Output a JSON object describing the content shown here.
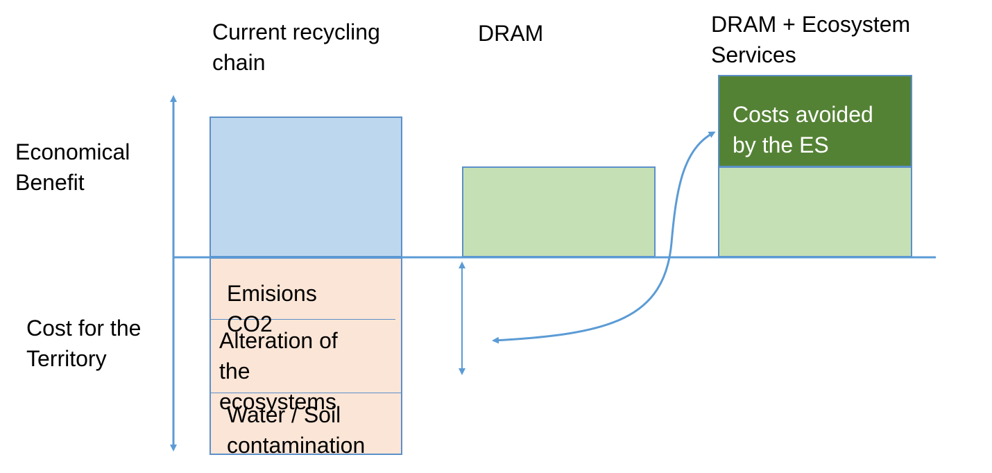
{
  "labels": {
    "economical_benefit": "Economical\nBenefit",
    "cost_for_territory": "Cost for the\nTerritory"
  },
  "columns": {
    "current": {
      "title": "Current recycling\nchain"
    },
    "dram": {
      "title": "DRAM"
    },
    "dram_es": {
      "title": "DRAM + Ecosystem\nServices",
      "avoided_costs": "Costs avoided\nby the ES"
    }
  },
  "costs": {
    "emissions": "Emisions\nCO2",
    "alteration": "Alteration of\nthe\necosystems",
    "contamination": "Water / Soil\ncontamination"
  },
  "colors": {
    "axis": "#5b9bd5",
    "current_benefit": "#bdd7ee",
    "dram_benefit": "#c5e0b4",
    "es_costs_avoided": "#548235",
    "territory_cost": "#fbe5d6"
  }
}
